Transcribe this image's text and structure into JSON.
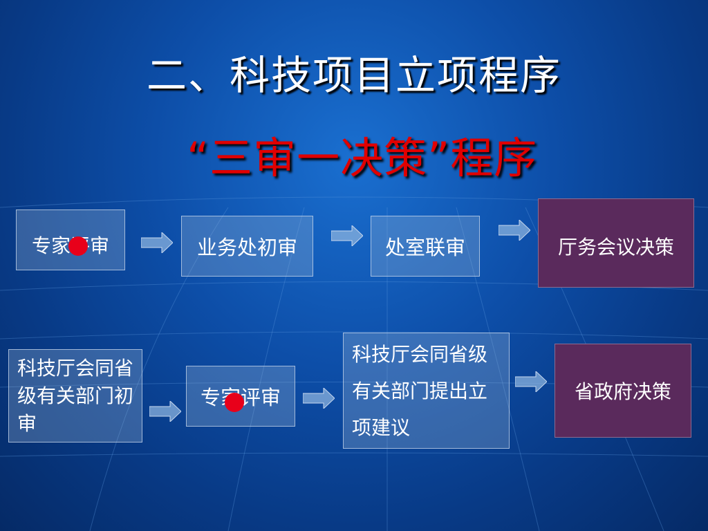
{
  "title": "二、科技项目立项程序",
  "subtitle": "“三审一决策”程序",
  "row1": {
    "expert_review": "专家评审",
    "dept_initial_review": "业务处初审",
    "office_joint_review": "处室联审",
    "office_meeting_decision": "厅务会议决策"
  },
  "row2": {
    "joint_initial_review": "科技厅会同省级有关部门初审",
    "expert_review": "专家评审",
    "propose_project": "科技厅会同省级有关部门提出立项建议",
    "provincial_gov_decision": "省政府决策"
  },
  "colors": {
    "accent_red": "#e00000",
    "dot_red": "#e8001a",
    "purple_box": "#5a2a5c"
  }
}
